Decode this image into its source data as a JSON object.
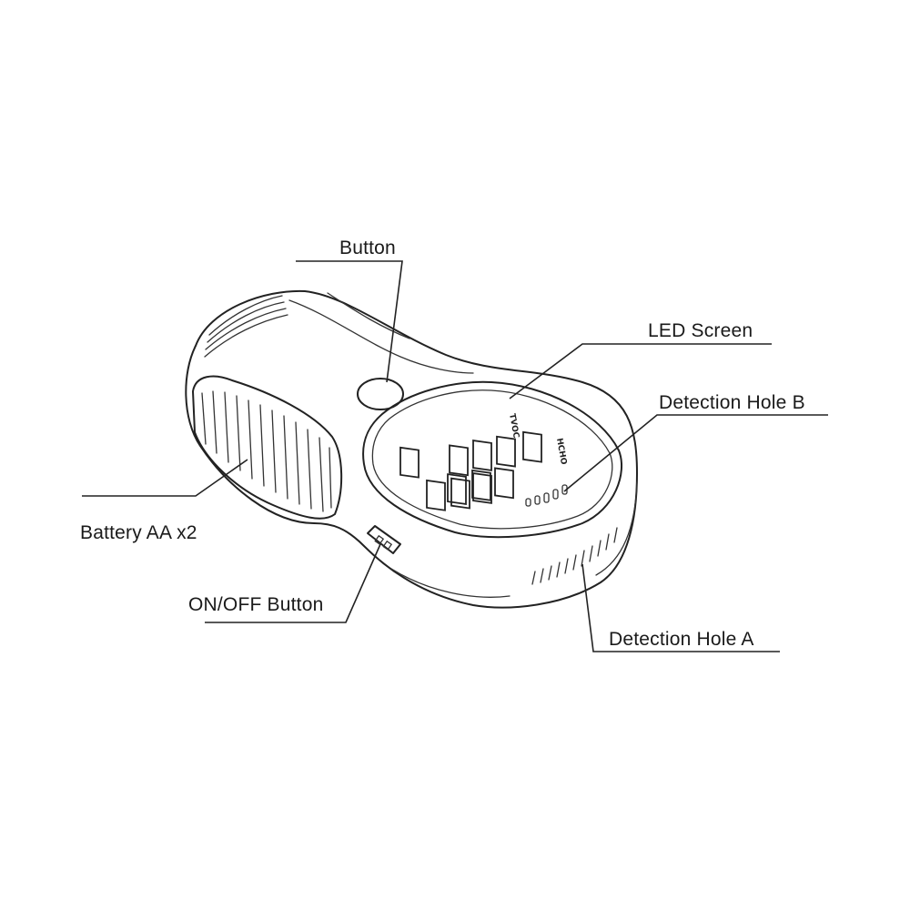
{
  "callouts": {
    "button": "Button",
    "led_screen": "LED Screen",
    "detection_hole_b": "Detection Hole B",
    "battery": "Battery AA x2",
    "on_off_button": "ON/OFF Button",
    "detection_hole_a": "Detection Hole A"
  },
  "screen": {
    "tvoc_label": "TVOC",
    "hcho_label": "HCHO"
  },
  "colors": {
    "line": "#222222",
    "background": "#ffffff"
  }
}
